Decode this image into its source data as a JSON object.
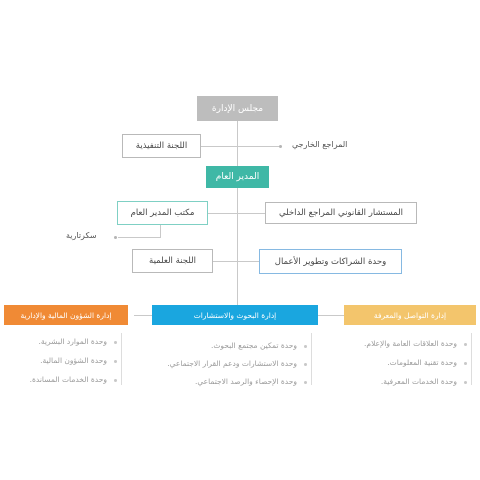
{
  "board": "مجلس الإدارة",
  "executive_committee": "اللجنة التنفيذية",
  "external_auditor": "المراجع الخارجي",
  "general_manager": "المدير العام",
  "gm_office": "مكتب المدير العام",
  "legal_advisor": "المستشار القانوني المراجع الداخلي",
  "secretariat": "سكرتارية",
  "scientific_committee": "اللجنة العلمية",
  "partnerships_unit": "وحدة الشراكات وتطوير الأعمال",
  "departments": {
    "finance": {
      "title": "إدارة الشؤون المالية والإدارية",
      "color": "#f08a35",
      "units": [
        "وحدة الموارد البشرية.",
        "وحدة الشؤون المالية.",
        "وحدة الخدمات المساندة."
      ]
    },
    "research": {
      "title": "إدارة البحوث والاستشارات",
      "color": "#1aa6df",
      "units": [
        "وحدة تمكين مجتمع البحوث.",
        "وحدة الاستشارات ودعم القرار الاجتماعي.",
        "وحدة الإحصاء والرصد الاجتماعي."
      ]
    },
    "communication": {
      "title": "إدارة التواصل والمعرفة",
      "color": "#f3c56c",
      "units": [
        "وحدة العلاقات العامة والإعلام.",
        "وحدة تقنية المعلومات.",
        "وحدة الخدمات المعرفية."
      ]
    }
  }
}
